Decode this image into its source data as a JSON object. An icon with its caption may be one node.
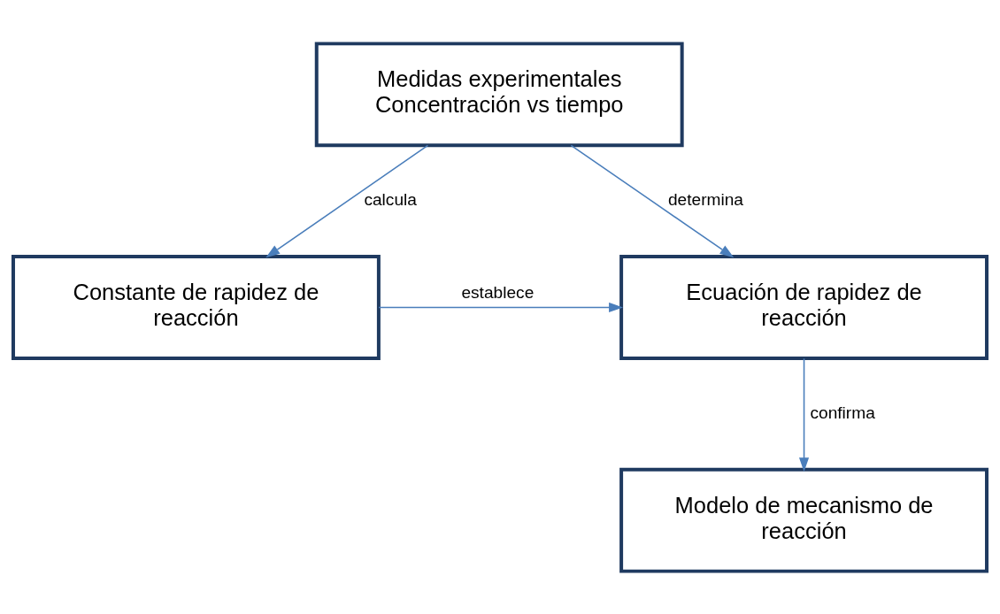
{
  "diagram": {
    "nodes": [
      {
        "text": [
          "Medidas experimentales Concentración vs tiempo"
        ]
      },
      {
        "text": [
          "Ecuación de rapidez de reacción"
        ]
      },
      {
        "text": [
          "Constante de rapidez de reacción"
        ]
      },
      {
        "text": [
          "Modelo de mecanismo de reacción"
        ]
      }
    ],
    "edges": [
      {
        "from": 0,
        "to": 1,
        "arrow": "to",
        "label": "determina"
      },
      {
        "from": 0,
        "to": 2,
        "arrow": "to",
        "label": "calcula"
      },
      {
        "from": 2,
        "to": 1,
        "arrow": "to",
        "label": "establece"
      },
      {
        "from": 1,
        "to": 3,
        "arrow": "to",
        "label": "confirma"
      }
    ]
  }
}
